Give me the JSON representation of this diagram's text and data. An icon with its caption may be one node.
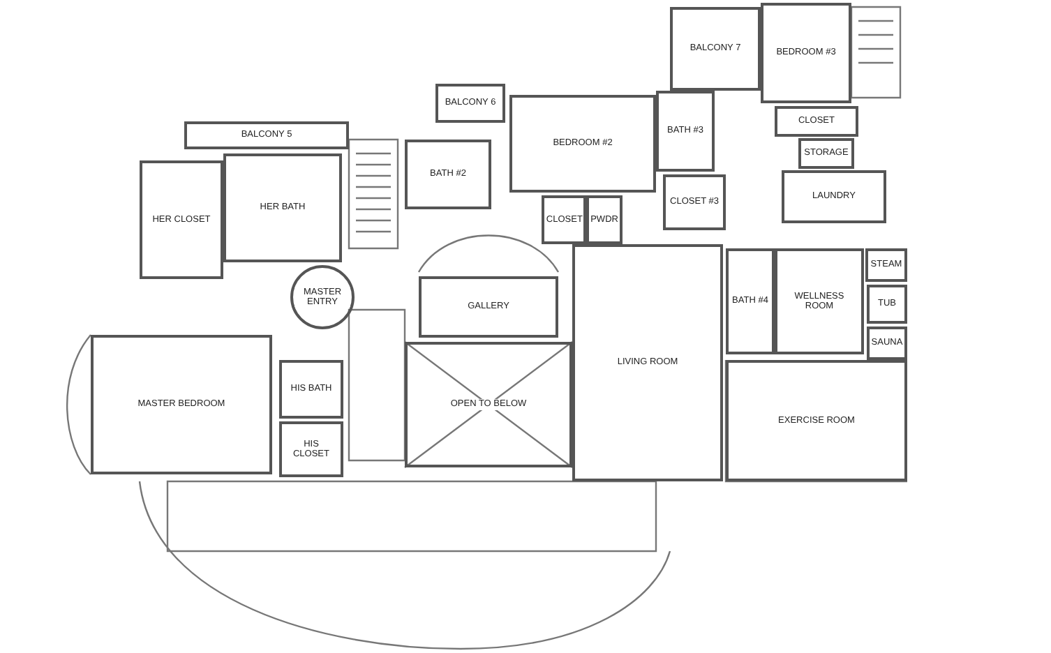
{
  "diagram": {
    "nodes": [
      {
        "text": [
          "BALCONY 7"
        ]
      },
      {
        "text": [
          "BEDROOM #3"
        ]
      },
      {
        "text": [
          "BALCONY 6"
        ]
      },
      {
        "text": [
          "BALCONY 5"
        ]
      },
      {
        "text": [
          "BEDROOM #2"
        ]
      },
      {
        "text": [
          "BATH #3"
        ]
      },
      {
        "text": [
          "CLOSET"
        ]
      },
      {
        "text": [
          "BATH #2"
        ]
      },
      {
        "text": [
          "STORAGE"
        ]
      },
      {
        "text": [
          "CLOSET #3"
        ]
      },
      {
        "text": [
          "LAUNDRY"
        ]
      },
      {
        "text": [
          "HER CLOSET"
        ]
      },
      {
        "text": [
          "HER BATH"
        ]
      },
      {
        "text": [
          "CLOSET"
        ]
      },
      {
        "text": [
          "PWDR"
        ]
      },
      {
        "text": [
          "STEAM"
        ]
      },
      {
        "text": [
          "MASTER ENTRY"
        ]
      },
      {
        "text": [
          "GALLERY"
        ]
      },
      {
        "text": [
          "WELLNESS ROOM"
        ]
      },
      {
        "text": [
          "TUB"
        ]
      },
      {
        "text": [
          "BATH #4"
        ]
      },
      {
        "text": [
          "SAUNA"
        ]
      },
      {
        "text": [
          "MASTER BEDROOM"
        ]
      },
      {
        "text": [
          "HIS BATH"
        ]
      },
      {
        "text": [
          "OPEN TO BELOW"
        ]
      },
      {
        "text": [
          "LIVING ROOM"
        ]
      },
      {
        "text": [
          "HIS CLOSET"
        ]
      },
      {
        "text": [
          "EXERCISE ROOM"
        ]
      }
    ]
  }
}
